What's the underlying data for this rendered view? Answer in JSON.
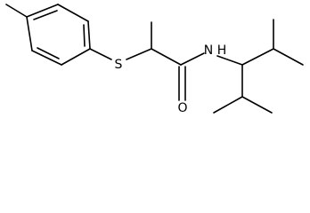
{
  "molecule": {
    "atoms": {
      "sulfur": "S",
      "nitrogen": "N",
      "nitrogen_hydrogen": "H",
      "oxygen": "O"
    },
    "colors": {
      "bond": "#000000",
      "label": "#000000",
      "background": "#ffffff"
    }
  }
}
